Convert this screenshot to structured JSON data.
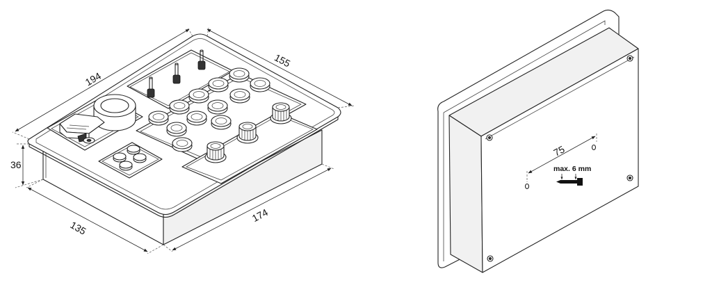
{
  "dimensions": {
    "top_left_edge": "194",
    "top_right_edge": "155",
    "height": "36",
    "bottom_left_edge": "135",
    "bottom_right_edge": "174",
    "hole_spacing": "75"
  },
  "notes": {
    "screw_length": "max. 6 mm"
  },
  "colors": {
    "line": "#222222",
    "background": "#ffffff"
  }
}
